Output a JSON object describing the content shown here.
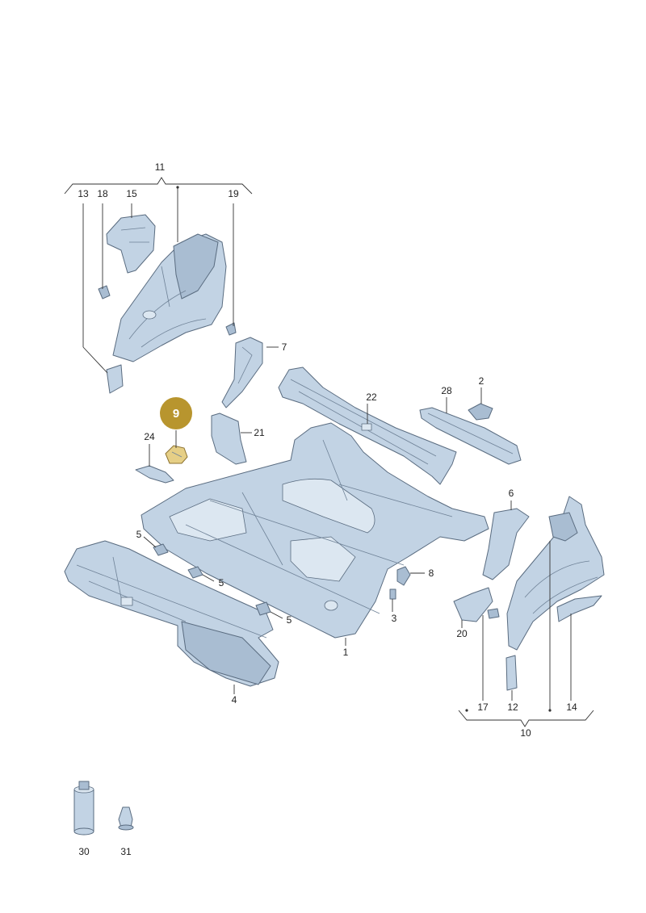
{
  "highlight": {
    "label": "9",
    "color": "#b8952e"
  },
  "labels": {
    "l1": "1",
    "l2": "2",
    "l3": "3",
    "l4": "4",
    "l5a": "5",
    "l5b": "5",
    "l5c": "5",
    "l6": "6",
    "l7": "7",
    "l8": "8",
    "l10": "10",
    "l11": "11",
    "l12": "12",
    "l13": "13",
    "l14": "14",
    "l15": "15",
    "l17": "17",
    "l18": "18",
    "l19": "19",
    "l20": "20",
    "l21": "21",
    "l22": "22",
    "l24": "24",
    "l28": "28",
    "l30": "30",
    "l31": "31"
  },
  "colors": {
    "part_fill": "#c2d3e4",
    "part_outline": "#5a6c80",
    "highlight_badge": "#b8952e"
  }
}
